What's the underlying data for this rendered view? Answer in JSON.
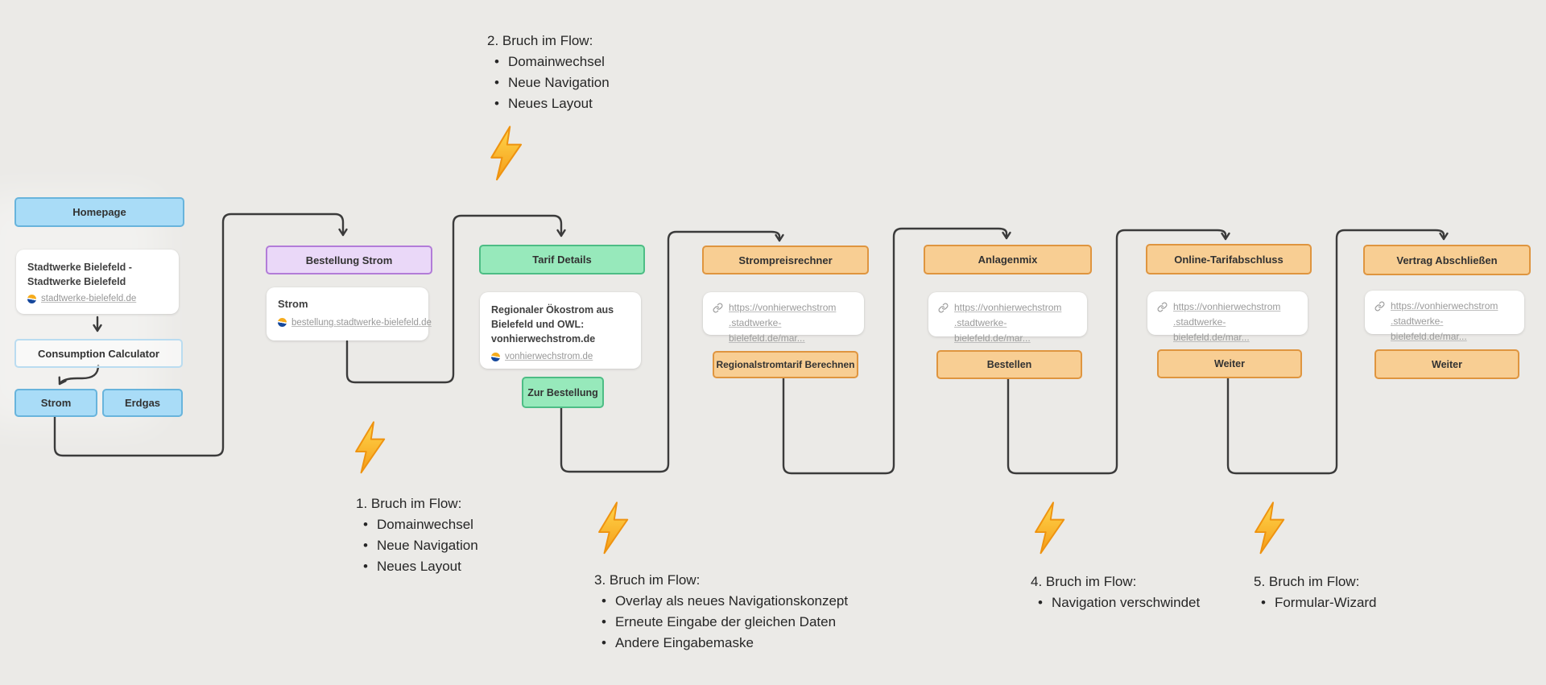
{
  "colors": {
    "background": "#ebeae7",
    "blue_fill": "#a9dcf7",
    "blue_border": "#68b4dc",
    "purple_fill": "#ead8f8",
    "purple_border": "#b27cd8",
    "green_fill": "#97e9bb",
    "green_border": "#4dbd85",
    "orange_fill": "#f8ce93",
    "orange_border": "#df953f",
    "connector": "#3b3b3b",
    "link_text": "#9a9a9a",
    "bolt": "#f7a41d"
  },
  "left_flow": {
    "homepage_label": "Homepage",
    "site_card": {
      "title": "Stadtwerke Bielefeld - Stadtwerke Bielefeld",
      "link": "stadtwerke-bielefeld.de"
    },
    "consumption_calculator_label": "Consumption Calculator",
    "strom_label": "Strom",
    "erdgas_label": "Erdgas"
  },
  "stages": {
    "bestellung": {
      "label": "Bestellung Strom",
      "card_title": "Strom",
      "card_link": "bestellung.stadtwerke-bielefeld.de"
    },
    "tarif": {
      "label": "Tarif Details",
      "card_text": "Regionaler Ökostrom aus Bielefeld und OWL: vonhierwechstrom.de",
      "card_link": "vonhierwechstrom.de",
      "button_label": "Zur Bestellung"
    },
    "strompreisrechner": {
      "label": "Strompreisrechner",
      "url_line1": "https://vonhierwechstrom",
      "url_line2": ".stadtwerke-bielefeld.de/mar...",
      "button_label": "Regionalstromtarif Berechnen"
    },
    "anlagenmix": {
      "label": "Anlagenmix",
      "url_line1": "https://vonhierwechstrom",
      "url_line2": ".stadtwerke-bielefeld.de/mar...",
      "button_label": "Bestellen"
    },
    "online_tarifabschluss": {
      "label": "Online-Tarifabschluss",
      "url_line1": "https://vonhierwechstrom",
      "url_line2": ".stadtwerke-bielefeld.de/mar...",
      "button_label": "Weiter"
    },
    "vertrag": {
      "label": "Vertrag Abschließen",
      "url_line1": "https://vonhierwechstrom",
      "url_line2": ".stadtwerke-bielefeld.de/mar...",
      "button_label": "Weiter"
    }
  },
  "notes": {
    "note1": {
      "title": "1. Bruch im Flow:",
      "bullets": [
        "Domainwechsel",
        "Neue Navigation",
        "Neues Layout"
      ]
    },
    "note2": {
      "title": "2. Bruch im Flow:",
      "bullets": [
        "Domainwechsel",
        "Neue Navigation",
        "Neues Layout"
      ]
    },
    "note3": {
      "title": "3. Bruch im Flow:",
      "bullets": [
        "Overlay als neues Navigationskonzept",
        "Erneute Eingabe der gleichen Daten",
        "Andere Eingabemaske"
      ]
    },
    "note4": {
      "title": "4. Bruch im Flow:",
      "bullets": [
        "Navigation verschwindet"
      ]
    },
    "note5": {
      "title": "5. Bruch im Flow:",
      "bullets": [
        "Formular-Wizard"
      ]
    }
  }
}
